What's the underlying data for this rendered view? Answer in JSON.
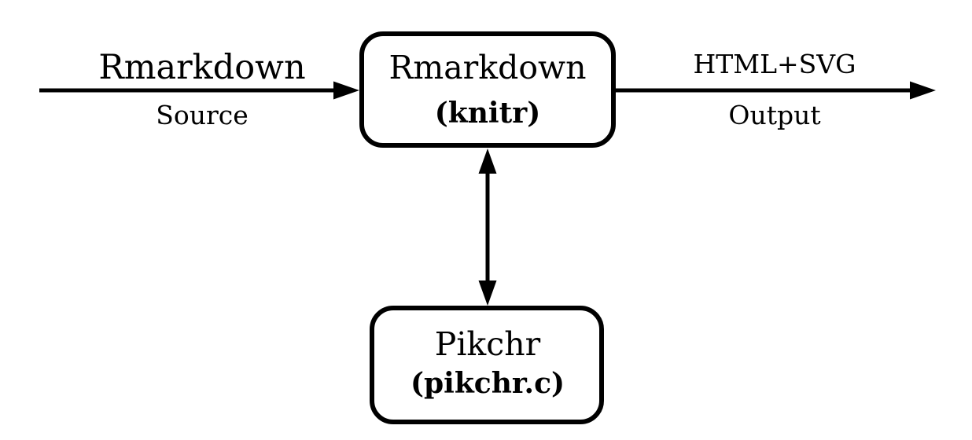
{
  "diagram": {
    "type": "flow-diagram",
    "colors": {
      "background": "#ffffff",
      "stroke": "#000000",
      "box_fill": "#ffffff",
      "text": "#000000"
    },
    "edges": {
      "input": {
        "label_line1": "Rmarkdown",
        "label_line2": "Source",
        "direction": "left-to-right"
      },
      "output": {
        "label_line1": "HTML+SVG",
        "label_line2": "Output",
        "direction": "left-to-right"
      },
      "link": {
        "direction": "bidirectional-vertical"
      }
    },
    "nodes": {
      "processor": {
        "title": "Rmarkdown",
        "subtitle": "(knitr)",
        "shape": "rounded-rectangle"
      },
      "renderer": {
        "title": "Pikchr",
        "subtitle": "(pikchr.c)",
        "shape": "rounded-rectangle"
      }
    }
  }
}
